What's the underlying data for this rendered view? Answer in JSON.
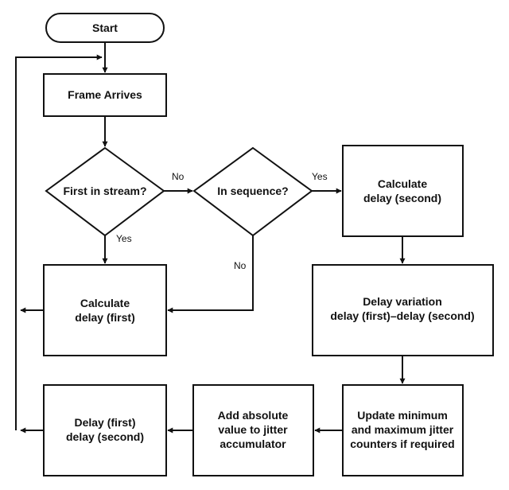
{
  "nodes": {
    "start": "Start",
    "frame_arrives": "Frame Arrives",
    "first_in_stream": "First in stream?",
    "in_sequence": "In sequence?",
    "calc_delay_second": [
      "Calculate",
      "delay (second)"
    ],
    "calc_delay_first": [
      "Calculate",
      "delay (first)"
    ],
    "delay_variation": [
      "Delay variation",
      "delay (first)–delay (second)"
    ],
    "update_jitter": [
      "Update minimum",
      "and maximum jitter",
      "counters if required"
    ],
    "add_absolute": [
      "Add absolute",
      "value to jitter",
      "accumulator"
    ],
    "delay_assign": [
      "Delay (first)",
      "delay (second)"
    ]
  },
  "edge_labels": {
    "first_no": "No",
    "first_yes": "Yes",
    "sequence_yes": "Yes",
    "sequence_no": "No"
  },
  "colors": {
    "stroke": "#111111",
    "fill": "#ffffff"
  }
}
